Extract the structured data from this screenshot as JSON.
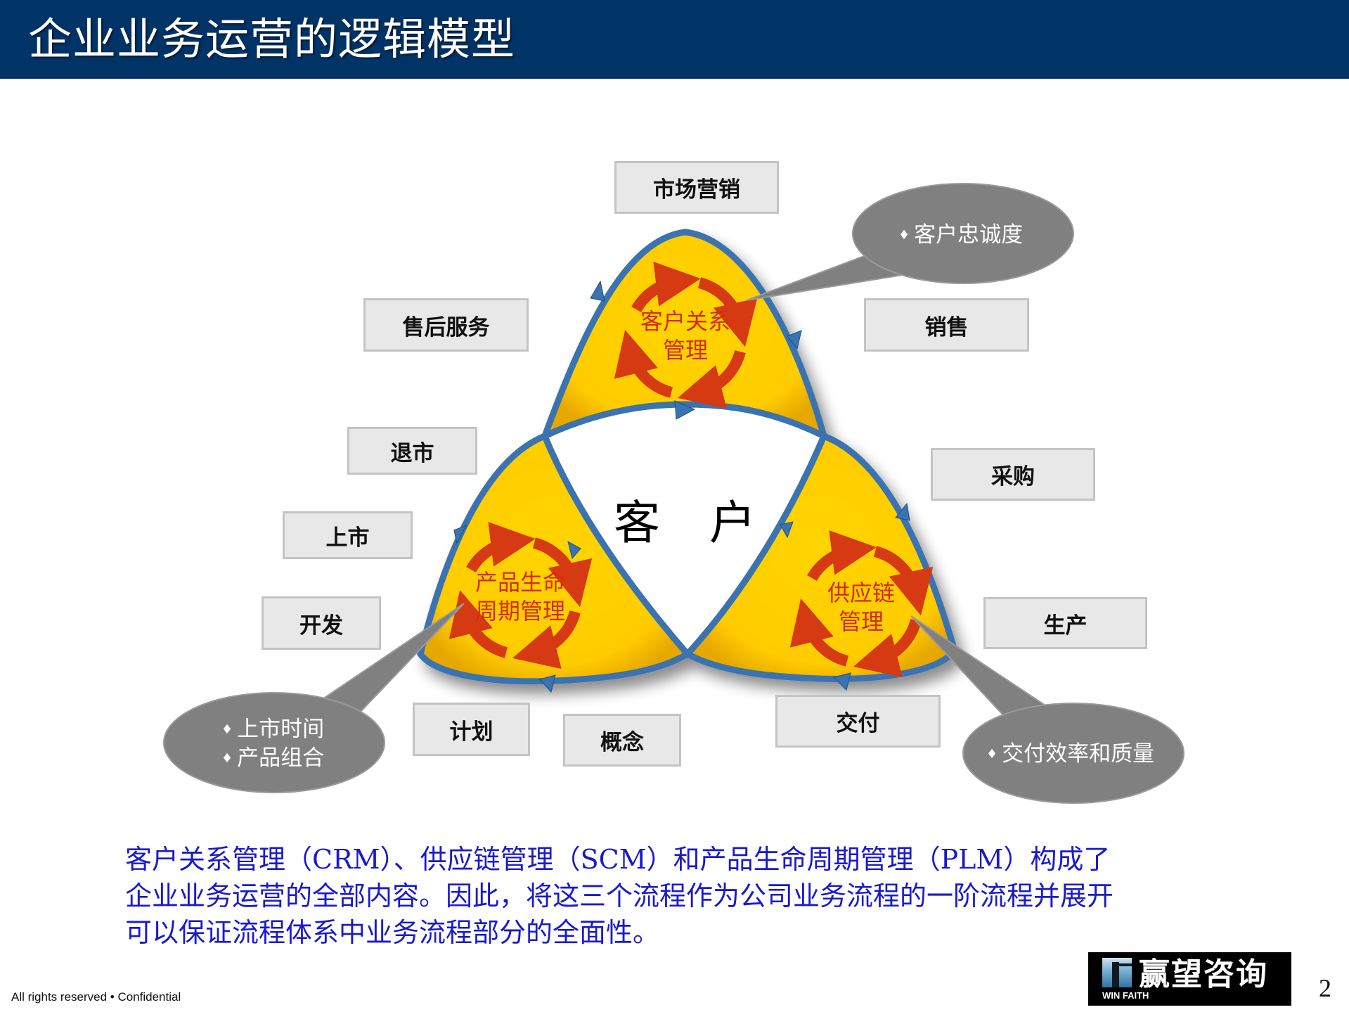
{
  "header": {
    "title": "企业业务运营的逻辑模型",
    "background_color": "#003366"
  },
  "diagram": {
    "center_label": "客户",
    "lobes": [
      {
        "id": "crm",
        "label_line1": "客户关系",
        "label_line2": "管理",
        "fill": "#ffcc00",
        "outline": "#3a73b0",
        "cycle_arrow_color": "#d63a12"
      },
      {
        "id": "plm",
        "label_line1": "产品生命",
        "label_line2": "周期管理",
        "fill": "#ffcc00",
        "outline": "#3a73b0",
        "cycle_arrow_color": "#d63a12"
      },
      {
        "id": "scm",
        "label_line1": "供应链",
        "label_line2": "管理",
        "fill": "#ffcc00",
        "outline": "#3a73b0",
        "cycle_arrow_color": "#d63a12"
      }
    ],
    "process_boxes": {
      "marketing": "市场营销",
      "after_sales": "售后服务",
      "sales": "销售",
      "retire": "退市",
      "purchase": "采购",
      "launch": "上市",
      "develop": "开发",
      "produce": "生产",
      "plan": "计划",
      "concept": "概念",
      "deliver": "交付"
    },
    "callouts": {
      "crm": [
        "客户忠诚度"
      ],
      "plm": [
        "上市时间",
        "产品组合"
      ],
      "scm": [
        "交付效率和质量"
      ],
      "bullet": "♦",
      "color": "#808080"
    }
  },
  "description": {
    "lines": [
      "客户关系管理（CRM）、供应链管理（SCM）和产品生命周期管理（PLM）构成了",
      "企业业务运营的全部内容。因此，将这三个流程作为公司业务流程的一阶流程并展开",
      "可以保证流程体系中业务流程部分的全面性。"
    ],
    "color": "#1a1acc"
  },
  "footer": {
    "text": "All rights reserved • Confidential",
    "page_number": "2",
    "logo_cn": "赢望咨询",
    "logo_en": "WIN FAITH"
  }
}
